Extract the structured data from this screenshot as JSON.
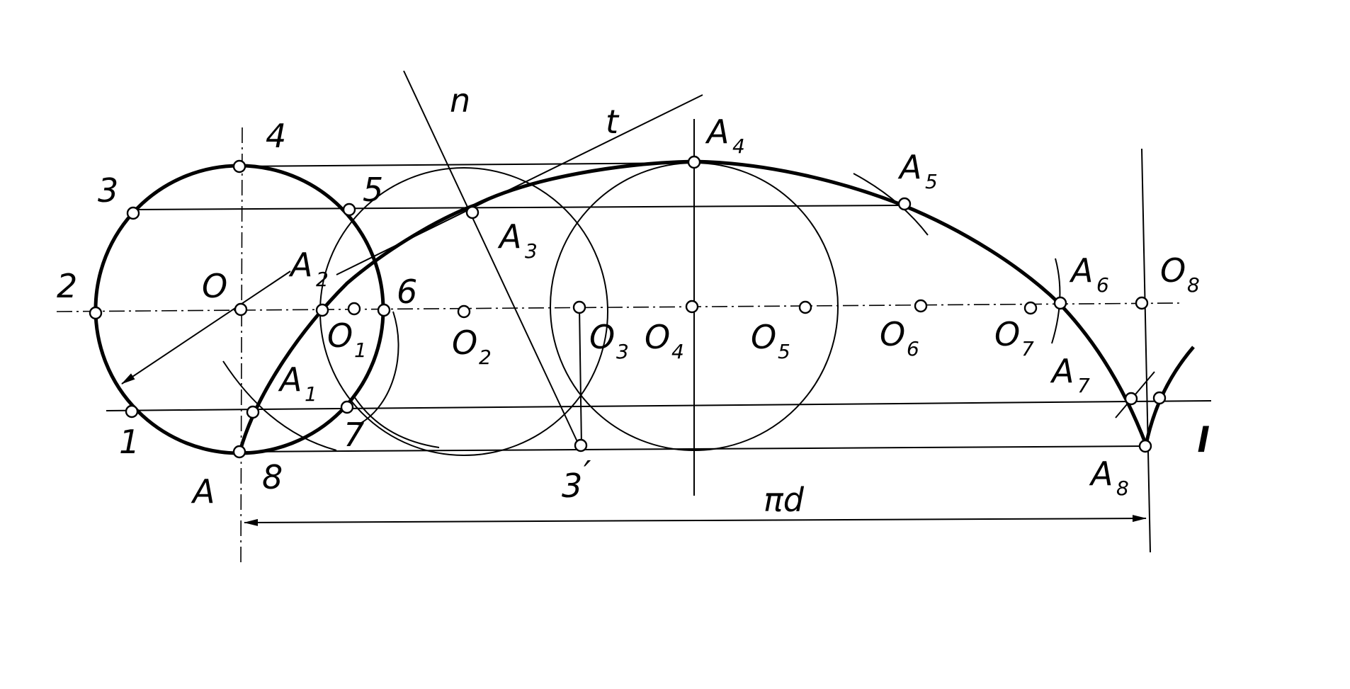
{
  "labels": {
    "point_numbers": [
      "1",
      "2",
      "3",
      "4",
      "5",
      "6",
      "7",
      "8"
    ],
    "point_3_prime": "3",
    "prime_mark": "′",
    "center_letter": "O",
    "curve_letter": "A",
    "point_A": "A",
    "normal": "n",
    "tangent": "t",
    "line_l": "l",
    "dimension_pi_d": "πd",
    "subscripts": [
      "1",
      "2",
      "3",
      "4",
      "5",
      "6",
      "7",
      "8"
    ]
  }
}
